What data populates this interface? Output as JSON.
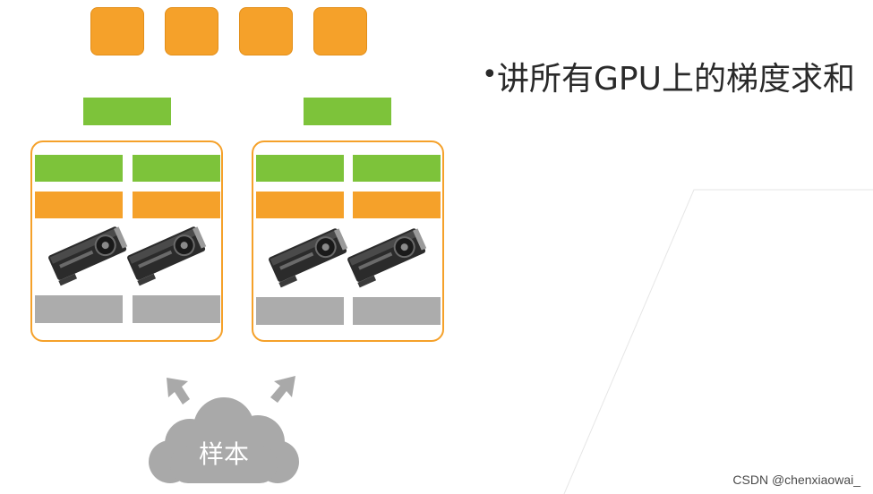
{
  "bullet": {
    "text": "讲所有GPU上的梯度求和"
  },
  "cloud": {
    "label": "样本"
  },
  "watermark": "CSDN @chenxiaowai_",
  "colors": {
    "orange": "#f5a12a",
    "green": "#7dc33a",
    "gray": "#acacac",
    "cloud": "#a9a9a9"
  },
  "icons": [
    "gpu-card-icon",
    "upload-arrow-icon",
    "cloud-icon"
  ]
}
